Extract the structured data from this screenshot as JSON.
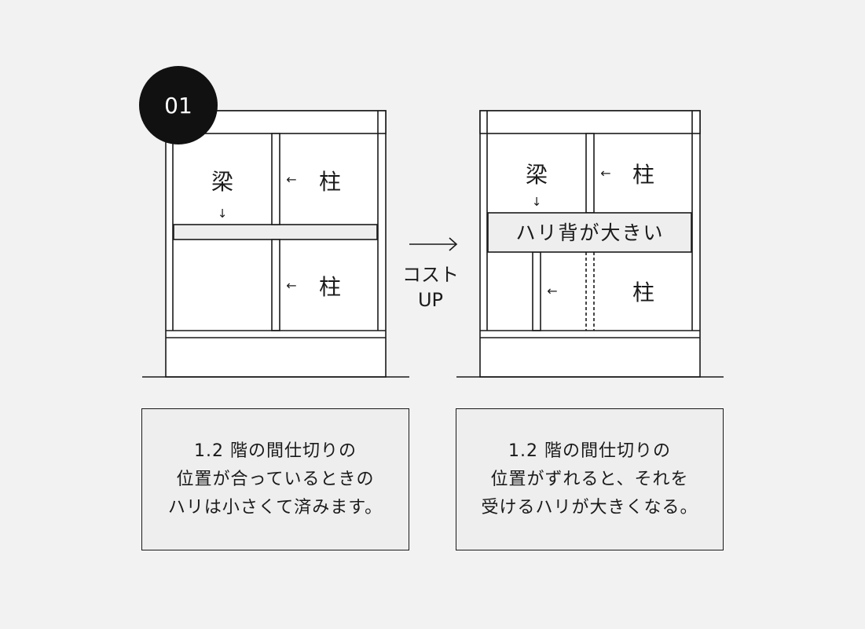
{
  "badge": {
    "label": "01",
    "color": "#111111"
  },
  "arrow": {
    "line1": "コスト",
    "line2": "UP"
  },
  "left_frame": {
    "beam_label": "梁",
    "column_label_top": "柱",
    "column_label_bottom": "柱",
    "beam_arrow": "↓",
    "column_arrow_top": "←",
    "column_arrow_bottom": "←"
  },
  "right_frame": {
    "beam_label": "梁",
    "column_label_top": "柱",
    "column_label_bottom": "柱",
    "beam_arrow": "↓",
    "column_arrow_top": "←",
    "column_arrow_bottom": "←",
    "big_beam_label": "ハリ背が大きい"
  },
  "captions": {
    "left": {
      "line1": "1.2 階の間仕切りの",
      "line2": "位置が合っているときの",
      "line3": "ハリは小さくて済みます。"
    },
    "right": {
      "line1": "1.2 階の間仕切りの",
      "line2": "位置がずれると、それを",
      "line3": "受けるハリが大きくなる。"
    }
  },
  "colors": {
    "stroke": "#1a1a1a",
    "fill": "#ffffff",
    "beam_fill": "#eeeeee",
    "background": "#f2f2f2"
  }
}
